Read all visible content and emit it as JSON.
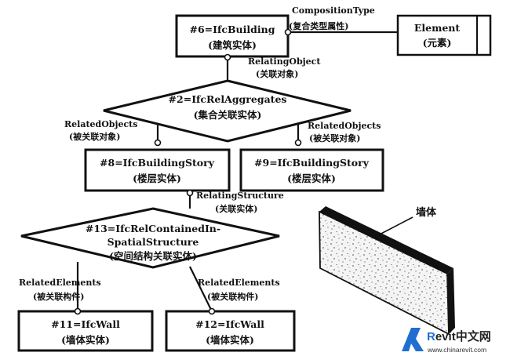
{
  "nodes": {
    "building": {
      "title": "#6=IfcBuilding",
      "subtitle": "(建筑实体)"
    },
    "element": {
      "title": "Element",
      "subtitle": "(元素)"
    },
    "aggregates": {
      "title": "#2=IfcRelAggregates",
      "subtitle": "(集合关联实体)"
    },
    "story8": {
      "title": "#8=IfcBuildingStory",
      "subtitle": "(楼层实体)"
    },
    "story9": {
      "title": "#9=IfcBuildingStory",
      "subtitle": "(楼层实体)"
    },
    "contained": {
      "title": "#13=IfcRelContainedIn-",
      "title2": "SpatialStructure",
      "subtitle": "(空间结构关联实体)"
    },
    "wall11": {
      "title": "#11=IfcWall",
      "subtitle": "(墙体实体)"
    },
    "wall12": {
      "title": "#12=IfcWall",
      "subtitle": "(墙体实体)"
    }
  },
  "edge_labels": {
    "composition_type": "CompositionType",
    "composition_type_cn": "(复合类型属性)",
    "relating_object": "RelatingObject",
    "relating_object_cn": "(关联对象)",
    "related_objects_left": "RelatedObjects",
    "related_objects_left_cn": "(被关联对象)",
    "related_objects_right": "RelatedObjects",
    "related_objects_right_cn": "(被关联对象)",
    "relating_structure": "RelatingStructure",
    "relating_structure_cn": "(关联实体)",
    "related_elements_left": "RelatedElements",
    "related_elements_left_cn": "(被关联构件)",
    "related_elements_right": "RelatedElements",
    "related_elements_right_cn": "(被关联构件)"
  },
  "wall_illustration": {
    "label": "墙体"
  },
  "watermark": {
    "brand_r": "R",
    "brand_rest": "evit中文网",
    "url": "www.chinarevit.com",
    "accent": "#1f6fd1"
  }
}
